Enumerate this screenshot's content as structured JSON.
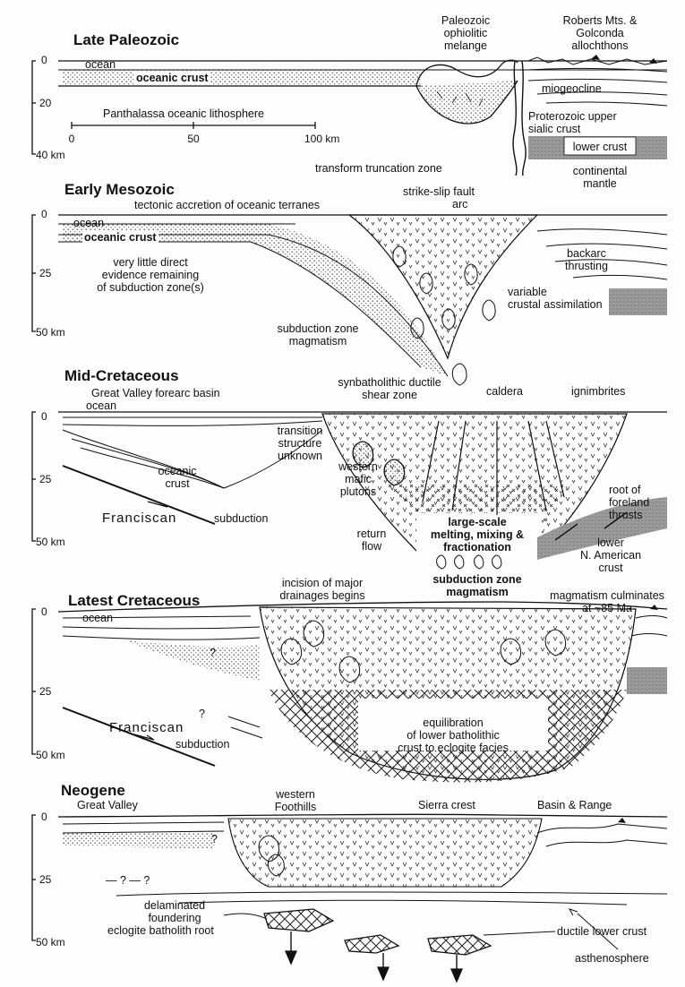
{
  "panels": {
    "late_paleozoic": {
      "title": "Late Paleozoic",
      "ticks": [
        "0",
        "20",
        "40 km"
      ],
      "scale": [
        "0",
        "50",
        "100 km"
      ],
      "labels": {
        "ocean": "ocean",
        "oceanic_crust": "oceanic crust",
        "panthalassa": "Panthalassa oceanic lithosphere",
        "ophiolitic_1": "Paleozoic",
        "ophiolitic_2": "ophiolitic",
        "ophiolitic_3": "melange",
        "roberts_1": "Roberts Mts. &",
        "roberts_2": "Golconda",
        "roberts_3": "allochthons",
        "miogeocline": "miogeocline",
        "proterozoic_1": "Proterozoic upper",
        "proterozoic_2": "sialic crust",
        "lower_crust": "lower crust",
        "transform": "transform truncation zone",
        "mantle_1": "continental",
        "mantle_2": "mantle"
      }
    },
    "early_mesozoic": {
      "title": "Early Mesozoic",
      "ticks": [
        "0",
        "25",
        "50 km"
      ],
      "labels": {
        "ocean": "ocean",
        "oceanic_crust": "oceanic crust",
        "accretion": "tectonic accretion of oceanic terranes",
        "strike_slip": "strike-slip fault",
        "arc": "arc",
        "evidence_1": "very little direct",
        "evidence_2": "evidence remaining",
        "evidence_3": "of subduction zone(s)",
        "backarc_1": "backarc",
        "backarc_2": "thrusting",
        "variable_1": "variable",
        "variable_2": "crustal assimilation",
        "magmatism_1": "subduction zone",
        "magmatism_2": "magmatism"
      }
    },
    "mid_cretaceous": {
      "title": "Mid-Cretaceous",
      "ticks": [
        "0",
        "25",
        "50 km"
      ],
      "labels": {
        "forearc": "Great Valley forearc basin",
        "ocean": "ocean",
        "synbatholithic_1": "synbatholithic ductile",
        "synbatholithic_2": "shear zone",
        "caldera": "caldera",
        "ignimbrites": "ignimbrites",
        "transition_1": "transition",
        "transition_2": "structure",
        "transition_3": "unknown",
        "oceanic_1": "oceanic",
        "oceanic_2": "crust",
        "western_1": "western",
        "western_2": "mafic",
        "western_3": "plutons",
        "franciscan": "Franciscan",
        "subduction": "subduction",
        "return_1": "return",
        "return_2": "flow",
        "melting_1": "large-scale",
        "melting_2": "melting, mixing &",
        "melting_3": "fractionation",
        "sz_1": "subduction zone",
        "sz_2": "magmatism",
        "root_1": "root of",
        "root_2": "foreland",
        "root_3": "thrusts",
        "lower_1": "lower",
        "lower_2": "N. American",
        "lower_3": "crust"
      }
    },
    "latest_cretaceous": {
      "title": "Latest Cretaceous",
      "ticks": [
        "0",
        "25",
        "50 km"
      ],
      "labels": {
        "ocean": "ocean",
        "incision_1": "incision of major",
        "incision_2": "drainages begins",
        "culminates_1": "magmatism culminates",
        "culminates_2": "at ~85 Ma",
        "q1": "?",
        "q2": "?",
        "franciscan": "Franciscan",
        "subduction": "subduction",
        "equil_1": "equilibration",
        "equil_2": "of lower batholithic",
        "equil_3": "crust to eclogite facies"
      }
    },
    "neogene": {
      "title": "Neogene",
      "ticks": [
        "0",
        "25",
        "50 km"
      ],
      "labels": {
        "great_valley": "Great Valley",
        "foothills_1": "western",
        "foothills_2": "Foothills",
        "sierra": "Sierra crest",
        "basin": "Basin & Range",
        "q1": "?",
        "q_row": "— ? — ?",
        "delam_1": "delaminated",
        "delam_2": "foundering",
        "delam_3": "eclogite batholith root",
        "ductile": "ductile lower crust",
        "astheno": "asthenosphere"
      }
    }
  }
}
